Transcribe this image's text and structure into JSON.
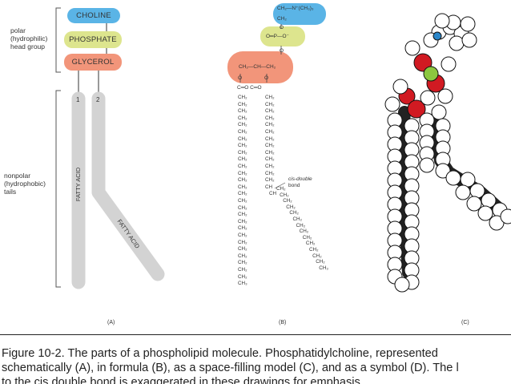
{
  "labels": {
    "polar": [
      "polar",
      "(hydrophilic)",
      "head group"
    ],
    "nonpolar": [
      "nonpolar",
      "(hydrophobic)",
      "tails"
    ]
  },
  "head_group": {
    "choline": "CHOLINE",
    "phosphate": "PHOSPHATE",
    "glycerol": "GLYCEROL"
  },
  "tails": {
    "num1": "1",
    "num2": "2",
    "fatty_acid_1": "FATTY ACID",
    "fatty_acid_2": "FATTY ACID"
  },
  "formula": {
    "choline": "CH₂—N⁺(CH₃)₃",
    "choline_ch2": "CH₂",
    "o_link": "O",
    "phosphate": "O═P—O⁻",
    "o_link2": "O",
    "glycerol": "CH₂—CH—CH₂",
    "ester_o1": "O",
    "ester_o2": "O",
    "carbonyl": "C═O  C═O",
    "cis_label": [
      "cis-double",
      "bond"
    ],
    "chain_unit": "CH₂",
    "chain_end": "CH₃",
    "ch": "CH"
  },
  "panels": {
    "a": "(A)",
    "b": "(B)",
    "c": "(C)"
  },
  "colors": {
    "choline": "#5ab4e6",
    "phosphate": "#dde58e",
    "glycerol": "#f2957a",
    "tail": "#d3d3d3",
    "oxygen": "#d11a22",
    "phosphorus": "#8cc63f",
    "nitrogen": "#2a86c9"
  },
  "caption": [
    "Figure 10-2. The parts of a phospholipid molecule. Phosphatidylcholine, represented",
    "schematically (A), in formula (B), as a space-filling model (C), and as a symbol (D). The l",
    "to the cis double bond is exaggerated in these drawings for emphasis."
  ]
}
